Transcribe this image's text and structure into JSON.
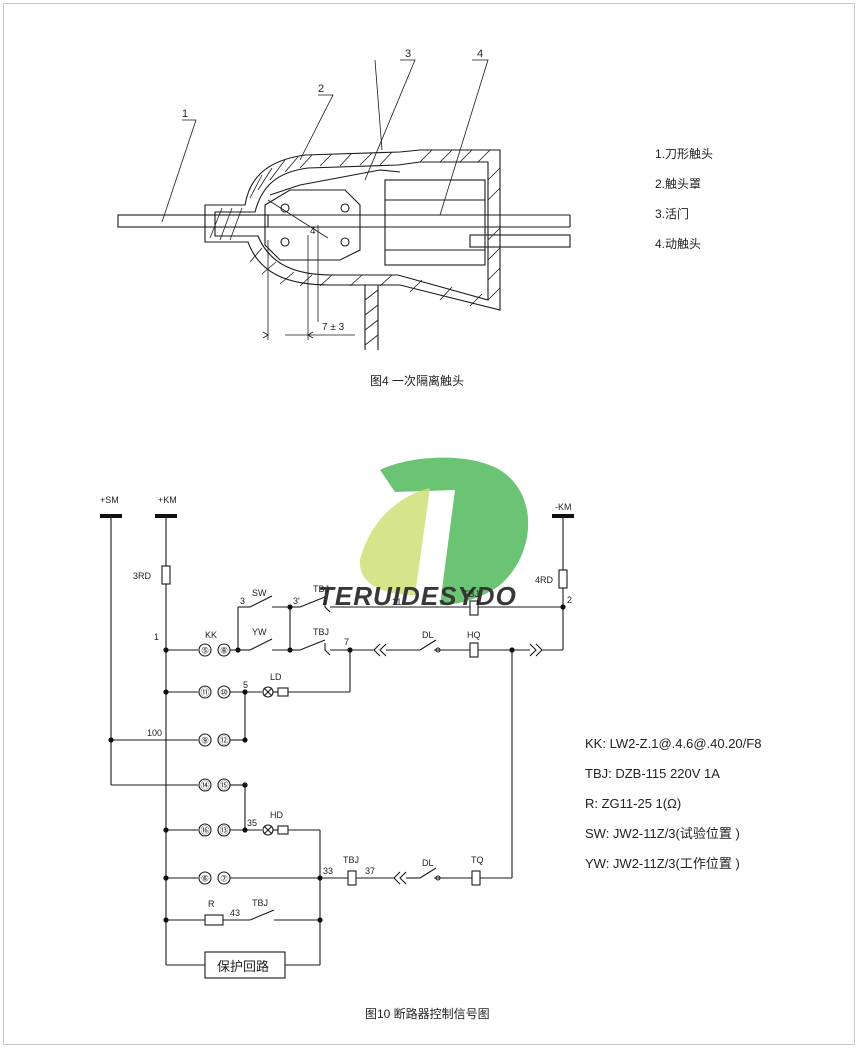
{
  "figure4": {
    "callouts": [
      "1",
      "2",
      "3",
      "4"
    ],
    "inner_label": "4",
    "dimension": "7 ± 3",
    "legend": [
      "1.刀形触头",
      "2.触头罩",
      "3.活门",
      "4.动触头"
    ],
    "caption": "图4 一次隔离触头"
  },
  "figure10": {
    "caption": "图10 断路器控制信号图",
    "bus_labels": {
      "sm": "+SM",
      "km_pos": "+KM",
      "km_neg": "-KM"
    },
    "fuses": {
      "left": "3RD",
      "right": "4RD"
    },
    "components": {
      "sw": "SW",
      "yw": "YW",
      "kk": "KK",
      "tbj_top": "TBJ",
      "tbj_mid": "TBJ",
      "tbj_coil_top": "TBJ",
      "tbj_coil_low": "TBJ",
      "tbj_bottom": "TBJ",
      "dl_top": "DL",
      "dl_low": "DL",
      "hq": "HQ",
      "tq": "TQ",
      "ld": "LD",
      "hd": "HD",
      "r": "R",
      "protection_box": "保护回路"
    },
    "nodes": {
      "n1": "1",
      "n2": "2",
      "n3": "3",
      "n3p": "3'",
      "n5": "5",
      "n7": "7",
      "n11": "11",
      "n33": "33",
      "n35": "35",
      "n37": "37",
      "n43": "43",
      "n100": "100"
    },
    "kk_contacts": [
      "⑤",
      "⑧",
      "⑪",
      "⑩",
      "⑨",
      "⑫",
      "⑭",
      "⑮",
      "⑯",
      "⑬",
      "⑥",
      "⑦"
    ],
    "spec_list": [
      "KK: LW2-Z.1@.4.6@.40.20/F8",
      "TBJ: DZB-115 220V 1A",
      "R: ZG11-25 1(Ω)",
      "SW: JW2-11Z/3(试验位置 )",
      "YW: JW2-11Z/3(工作位置 )"
    ]
  },
  "watermark": {
    "text": "TERUIDESYDO",
    "colors": {
      "green": "#3db24a",
      "lime": "#c9dc6a",
      "gray": "#9aa3a8"
    }
  }
}
